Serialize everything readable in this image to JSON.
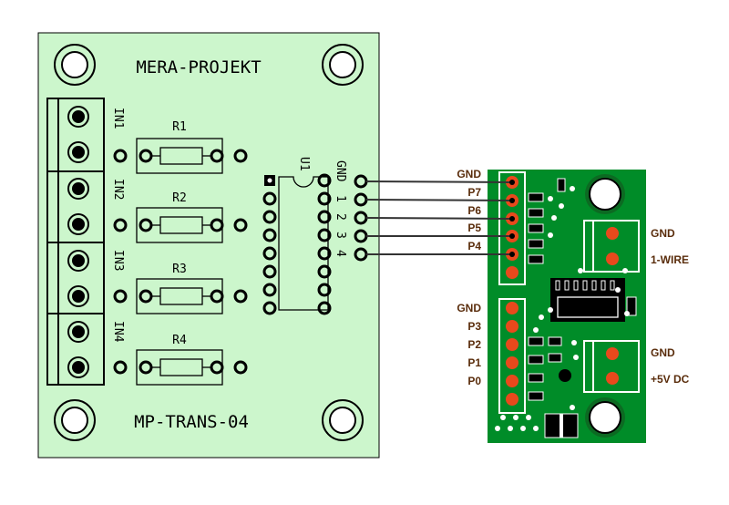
{
  "left_board": {
    "title": "MERA-PROJEKT",
    "model": "MP-TRANS-04",
    "inputs": [
      "IN1",
      "IN2",
      "IN3",
      "IN4"
    ],
    "resistors": [
      "R1",
      "R2",
      "R3",
      "R4"
    ],
    "chip": "U1",
    "header_pins": [
      "GND",
      "1",
      "2",
      "3",
      "4"
    ],
    "colors": {
      "board": "#ccf6cc",
      "outline": "#000000"
    }
  },
  "right_board": {
    "bus_labels": [
      "GND",
      "P7",
      "P6",
      "P5",
      "P4"
    ],
    "lower_labels": [
      "GND",
      "P3",
      "P2",
      "P1",
      "P0"
    ],
    "terminal_top": [
      "GND",
      "1-WIRE"
    ],
    "terminal_bottom": [
      "GND",
      "+5V DC"
    ],
    "colors": {
      "board": "#008c28",
      "pad": "#e8491c",
      "label": "#5a2d0c"
    }
  }
}
